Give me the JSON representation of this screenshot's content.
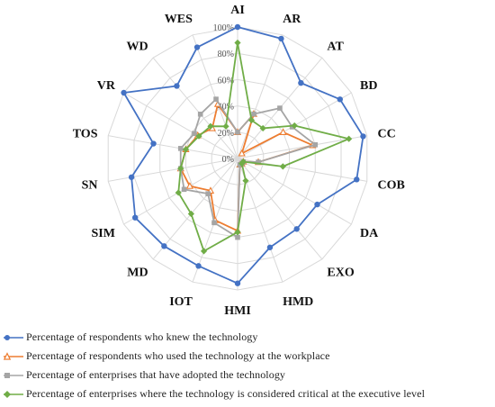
{
  "chart_data": {
    "type": "radar",
    "axes": [
      "AI",
      "AR",
      "AT",
      "BD",
      "CC",
      "COB",
      "DA",
      "EXO",
      "HMD",
      "HMI",
      "IOT",
      "MD",
      "SIM",
      "SN",
      "TOS",
      "VR",
      "WD",
      "WES"
    ],
    "rlim": [
      0,
      100
    ],
    "ticks": [
      0,
      20,
      40,
      60,
      80,
      100
    ],
    "tick_labels": [
      "0%",
      "20%",
      "40%",
      "60%",
      "80%",
      "100%"
    ],
    "legend_position": "bottom",
    "series": [
      {
        "name": "Percentage of respondents who knew the technology",
        "color": "#4472c4",
        "marker": "circle",
        "values": [
          100,
          97,
          75,
          90,
          97,
          92,
          70,
          70,
          72,
          95,
          87,
          87,
          90,
          82,
          65,
          100,
          72,
          90
        ]
      },
      {
        "name": "Percentage of respondents who used the technology at the workplace",
        "color": "#ed7d31",
        "marker": "triangle",
        "values": [
          20,
          36,
          5,
          40,
          58,
          16,
          5,
          5,
          5,
          55,
          50,
          32,
          42,
          44,
          40,
          35,
          30,
          44
        ]
      },
      {
        "name": "Percentage of enterprises that have adopted the technology",
        "color": "#a5a5a5",
        "marker": "square",
        "values": [
          20,
          36,
          50,
          48,
          60,
          16,
          5,
          5,
          5,
          60,
          52,
          35,
          47,
          44,
          44,
          38,
          44,
          48
        ]
      },
      {
        "name": "Percentage of enterprises where the technology is considered critical at the executive level",
        "color": "#70ad47",
        "marker": "diamond",
        "values": [
          88,
          31,
          30,
          50,
          86,
          35,
          5,
          5,
          18,
          56,
          75,
          55,
          52,
          44,
          40,
          34,
          32,
          26
        ]
      }
    ]
  }
}
